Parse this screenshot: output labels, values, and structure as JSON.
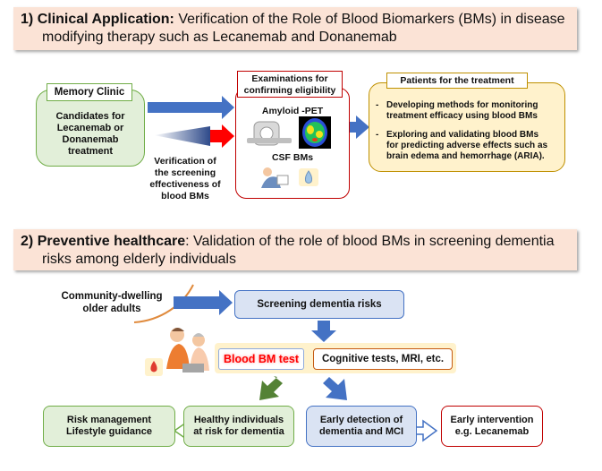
{
  "section1": {
    "number": "1)",
    "heading": "Clinical Application:",
    "text_line1": "Verification of the Role of Blood Biomarkers (BMs) in disease",
    "text_line2": "modifying therapy such as Lecanemab and Donanemab"
  },
  "memory_clinic": {
    "title": "Memory Clinic",
    "body": [
      "Candidates for",
      "Lecanemab or",
      "Donanemab",
      "treatment"
    ]
  },
  "verification": [
    "Verification of",
    "the screening",
    "effectiveness of",
    "blood BMs"
  ],
  "examinations": {
    "header": [
      "Examinations for",
      "confirming eligibility"
    ],
    "amyloid_label": "Amyloid -PET",
    "csf_label": "CSF BMs"
  },
  "patients": {
    "title": "Patients for the treatment",
    "bullet_char": "-",
    "bullet1": [
      "Developing methods for monitoring",
      "treatment efficacy using blood BMs"
    ],
    "bullet2": [
      "Exploring and validating blood BMs",
      "for predicting adverse effects such as",
      "brain edema and hemorrhage (ARIA)."
    ]
  },
  "section2": {
    "number": "2)",
    "heading": "Preventive healthcare",
    "text_line1": ": Validation of the role of blood BMs in screening dementia",
    "text_line2": "risks among elderly individuals"
  },
  "community": [
    "Community-dwelling",
    "older adults"
  ],
  "screening": "Screening dementia risks",
  "blood_bm_test": "Blood BM test",
  "cognitive_tests": "Cognitive tests, MRI, etc.",
  "risk_management": [
    "Risk management",
    "Lifestyle guidance"
  ],
  "healthy_individuals": [
    "Healthy individuals",
    "at risk for dementia"
  ],
  "early_detection": [
    "Early detection of",
    "dementia and MCI"
  ],
  "early_intervention": [
    "Early intervention",
    "e.g. Lecanemab"
  ],
  "colors": {
    "banner_bg": "#fbe3d6",
    "green_box": "#e2efd9",
    "green_border": "#70ad47",
    "yellow_box": "#fff2cc",
    "yellow_border": "#bf9000",
    "blue_box": "#dae3f3",
    "blue_border": "#4472c4",
    "red_border": "#c00000",
    "arrow_blue": "#4472c4",
    "arrow_green": "#548235"
  }
}
